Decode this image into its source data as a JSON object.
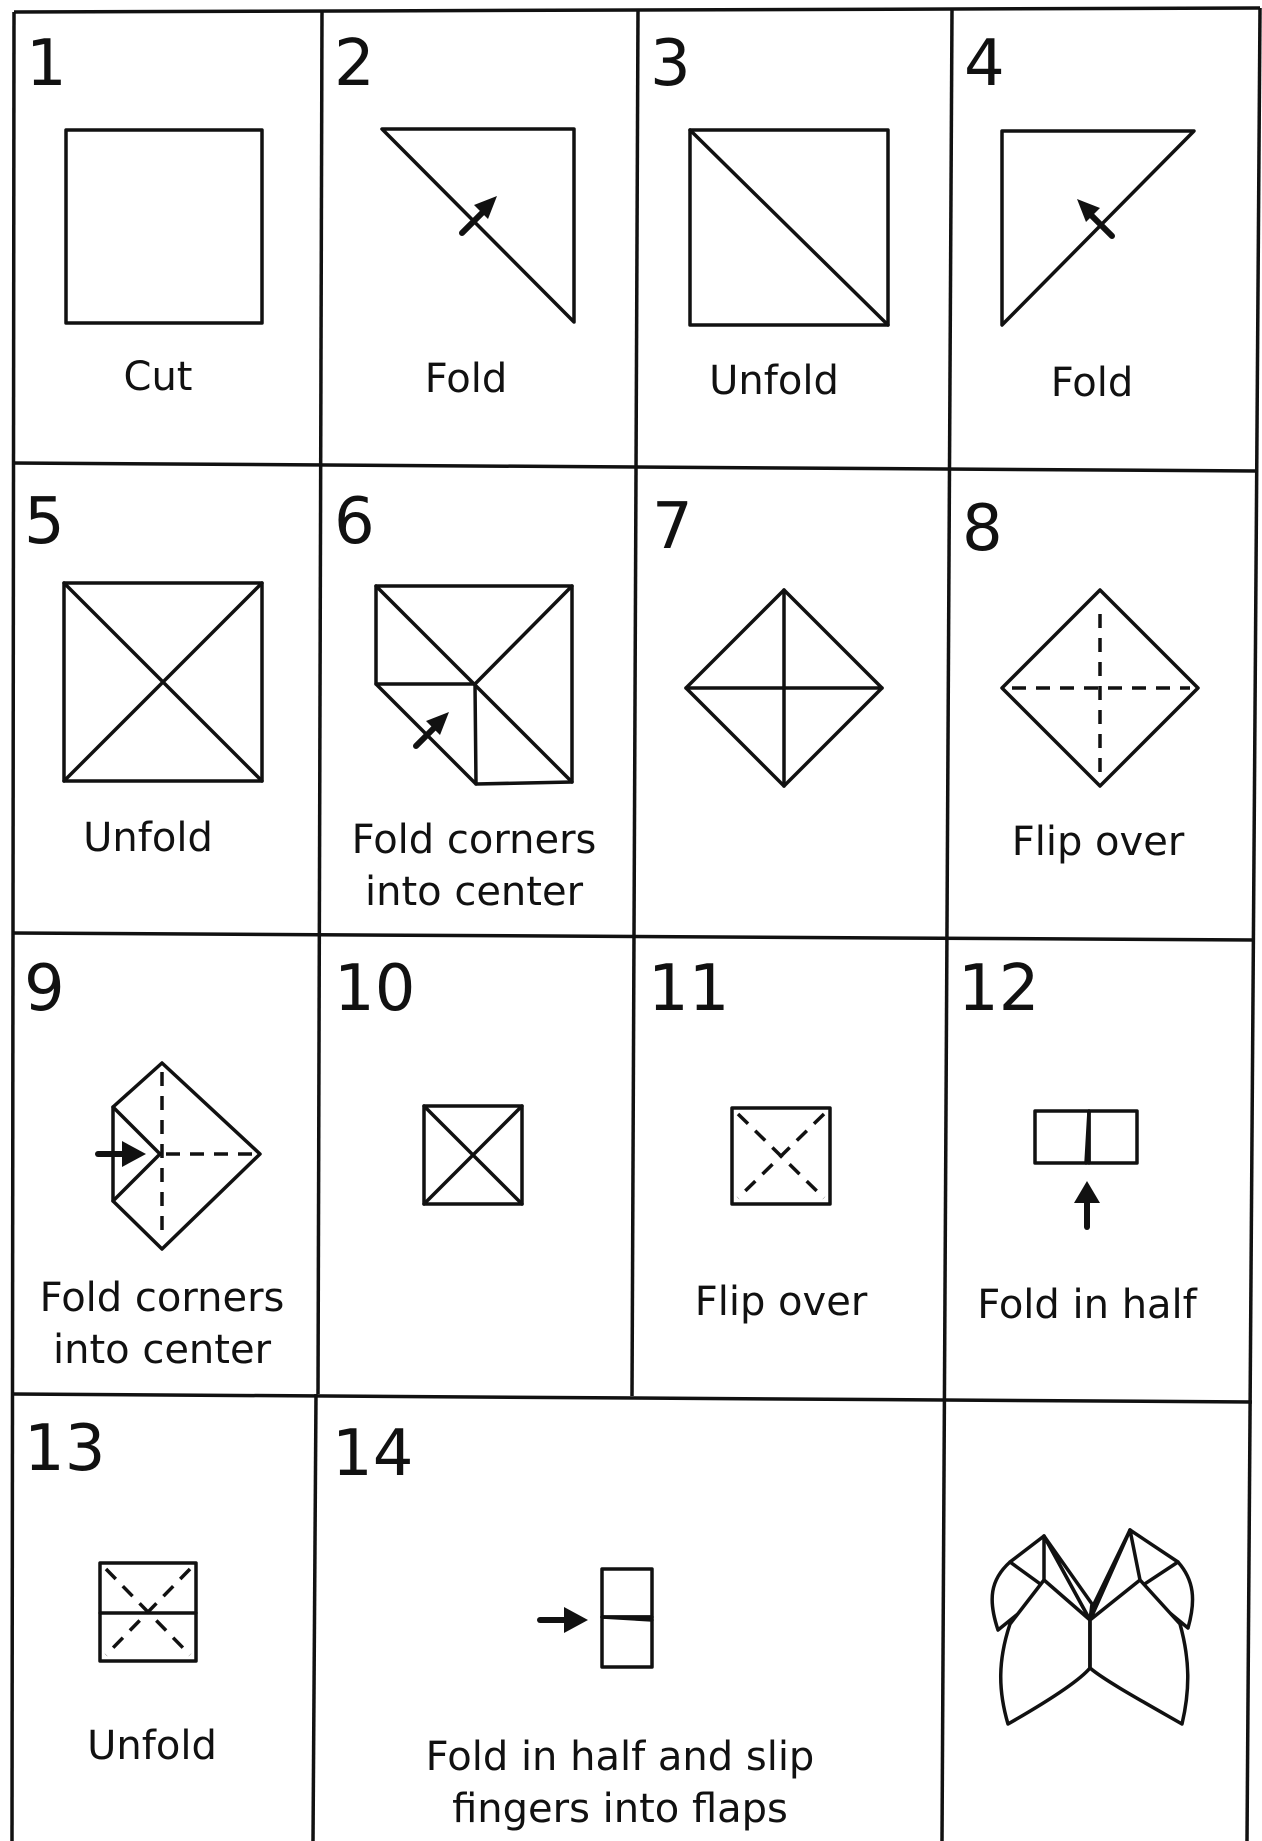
{
  "steps": [
    {
      "number": "1",
      "caption": [
        "Cut"
      ],
      "icon": "square-icon"
    },
    {
      "number": "2",
      "caption": [
        "Fold"
      ],
      "icon": "diagonal-fold-icon"
    },
    {
      "number": "3",
      "caption": [
        "Unfold"
      ],
      "icon": "square-diagonal-icon"
    },
    {
      "number": "4",
      "caption": [
        "Fold"
      ],
      "icon": "diagonal-fold-icon"
    },
    {
      "number": "5",
      "caption": [
        "Unfold"
      ],
      "icon": "square-x-icon"
    },
    {
      "number": "6",
      "caption": [
        "Fold corners",
        "into center"
      ],
      "icon": "corner-fold-icon"
    },
    {
      "number": "7",
      "caption": [],
      "icon": "diamond-icon"
    },
    {
      "number": "8",
      "caption": [
        "Flip over"
      ],
      "icon": "diamond-dashed-icon"
    },
    {
      "number": "9",
      "caption": [
        "Fold corners",
        "into center"
      ],
      "icon": "corner-fold-icon"
    },
    {
      "number": "10",
      "caption": [],
      "icon": "small-square-x-icon"
    },
    {
      "number": "11",
      "caption": [
        "Flip over"
      ],
      "icon": "small-square-dashed-icon"
    },
    {
      "number": "12",
      "caption": [
        "Fold in half"
      ],
      "icon": "fold-half-icon"
    },
    {
      "number": "13",
      "caption": [
        "Unfold"
      ],
      "icon": "small-square-dashed-icon"
    },
    {
      "number": "14",
      "caption": [
        "Fold in half and slip",
        "fingers into flaps"
      ],
      "icon": "fold-half-icon"
    },
    {
      "number": "",
      "caption": [],
      "icon": "fortune-teller-icon"
    }
  ]
}
